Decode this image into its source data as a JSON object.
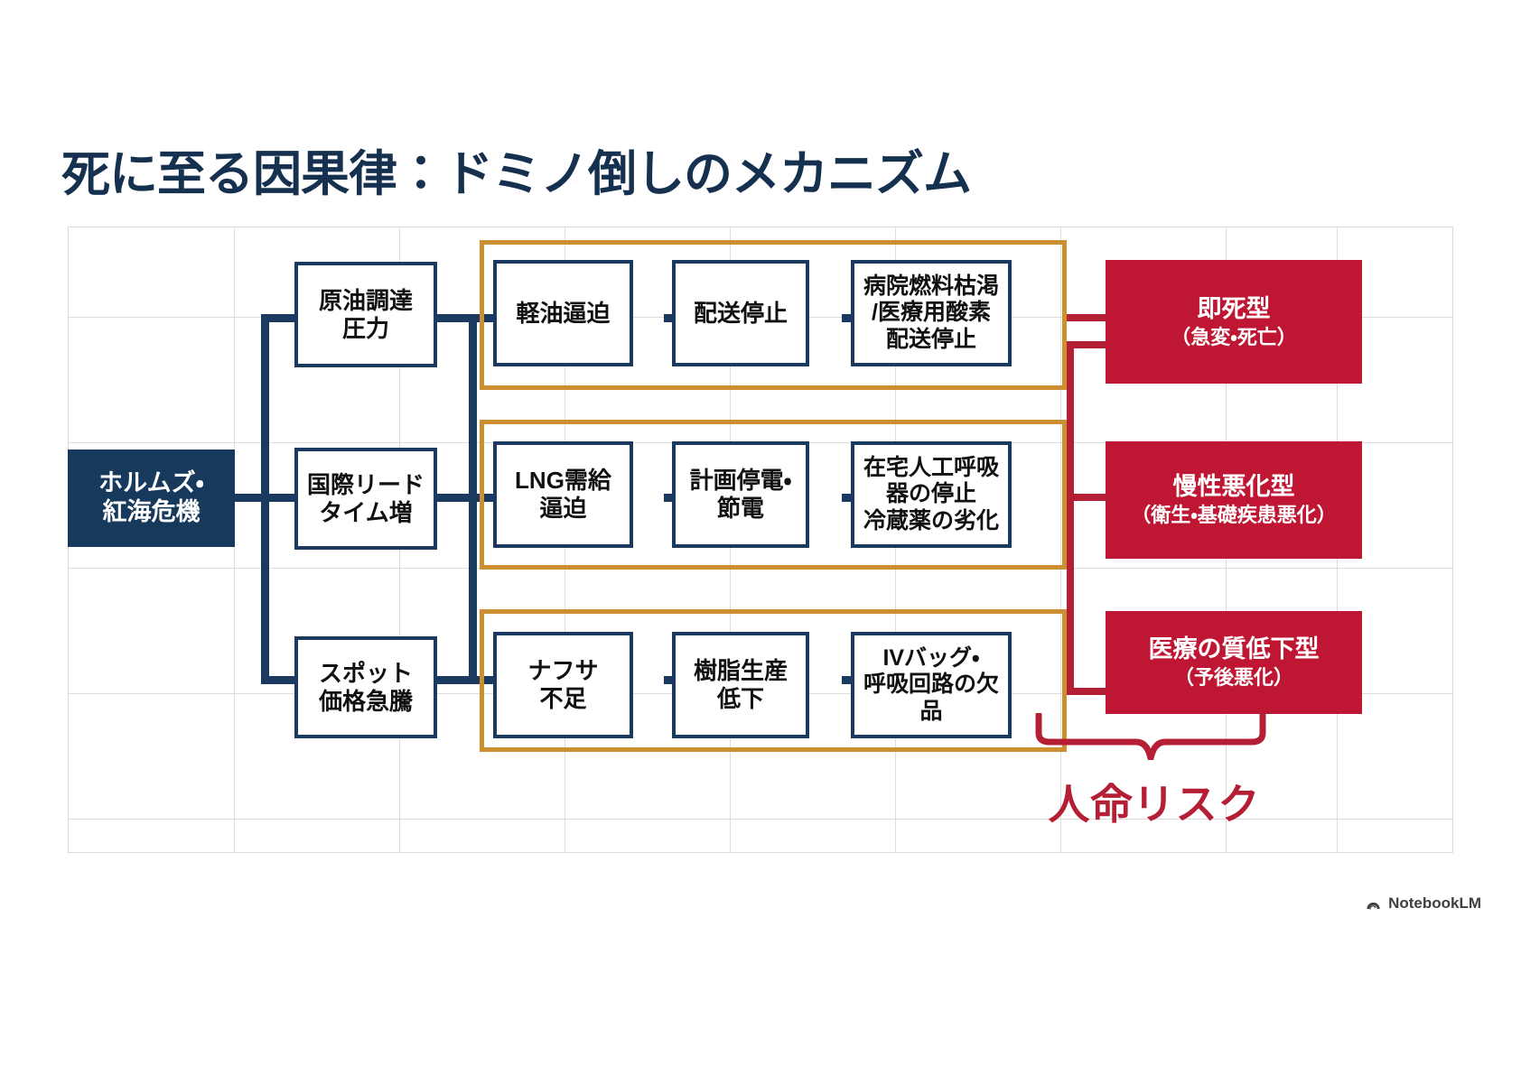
{
  "title": "死に至る因果律：ドミノ倒しのメカニズム",
  "colors": {
    "navy": "#17395C",
    "navy_line": "#1B3A5F",
    "gold": "#CC9030",
    "red": "#BF1733",
    "red_line": "#B41F35",
    "grid": "#DCDCDC",
    "text_dark": "#111111",
    "background": "#FFFFFF"
  },
  "root": {
    "label": "ホルムズ・\n紅海危機"
  },
  "drivers": [
    {
      "label": "原油調達\n圧力"
    },
    {
      "label": "国際リード\nタイム増"
    },
    {
      "label": "スポット\n価格急騰"
    }
  ],
  "chains": [
    {
      "group": "gold-group-1",
      "steps": [
        {
          "label": "軽油逼迫"
        },
        {
          "label": "配送停止"
        },
        {
          "label": "病院燃料枯渇\n/医療用酸素\n配送停止"
        }
      ]
    },
    {
      "group": "gold-group-2",
      "steps": [
        {
          "label": "LNG需給\n逼迫"
        },
        {
          "label": "計画停電・\n節電"
        },
        {
          "label": "在宅人工呼吸\n器の停止\n冷蔵薬の劣化"
        }
      ]
    },
    {
      "group": "gold-group-3",
      "steps": [
        {
          "label": "ナフサ\n不足"
        },
        {
          "label": "樹脂生産\n低下"
        },
        {
          "label": "IVバッグ・\n呼吸回路の欠品"
        }
      ]
    }
  ],
  "outcomes": [
    {
      "main": "即死型",
      "sub": "（急変・死亡）"
    },
    {
      "main": "慢性悪化型",
      "sub": "（衛生・基礎疾患悪化）"
    },
    {
      "main": "医療の質低下型",
      "sub": "（予後悪化）"
    }
  ],
  "risk_label": "人命リスク",
  "watermark": {
    "text": "NotebookLM",
    "icon": "notebooklm-spiral-icon"
  }
}
